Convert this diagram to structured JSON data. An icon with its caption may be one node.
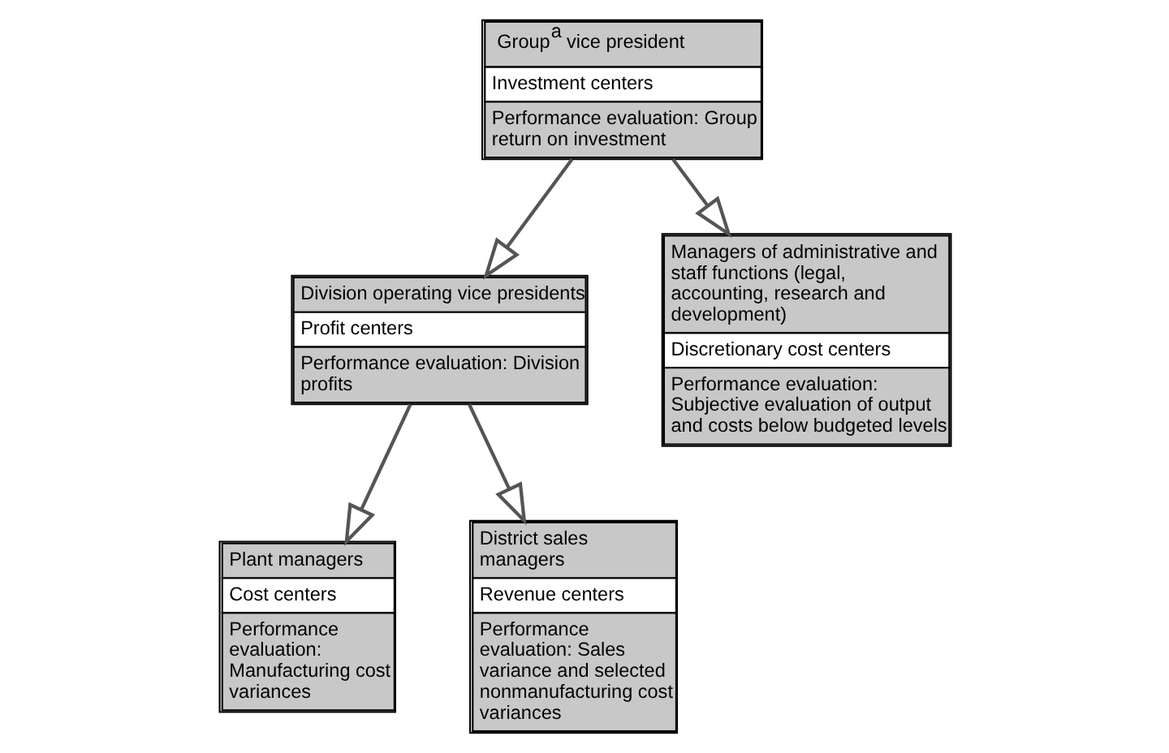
{
  "diagram": {
    "nodes": [
      {
        "text": [
          "Group$^{a}$ vice president",
          "Investment centers",
          "Performance evaluation: Group return on investment"
        ]
      },
      {
        "text": [
          "Division operating vice presidents",
          "Profit centers",
          "Performance evaluation: Division profits"
        ]
      },
      {
        "text": [
          "Managers of administrative and staff functions (legal, accounting, research and development)",
          "Discretionary cost centers",
          "Performance evaluation: Subjective evaluation of output and costs below budgeted levels"
        ]
      },
      {
        "text": [
          "Plant managers",
          "Cost centers",
          "Performance evaluation: Manufacturing cost variances"
        ]
      },
      {
        "text": [
          "District sales managers",
          "Revenue centers",
          "Performance evaluation: Sales variance and selected nonmanufacturing cost variances"
        ]
      }
    ],
    "edges": [
      {
        "from": 0,
        "to": 1,
        "arrow": "to"
      },
      {
        "from": 0,
        "to": 2,
        "arrow": "to"
      },
      {
        "from": 1,
        "to": 3,
        "arrow": "to"
      },
      {
        "from": 1,
        "to": 4,
        "arrow": "to"
      }
    ]
  }
}
